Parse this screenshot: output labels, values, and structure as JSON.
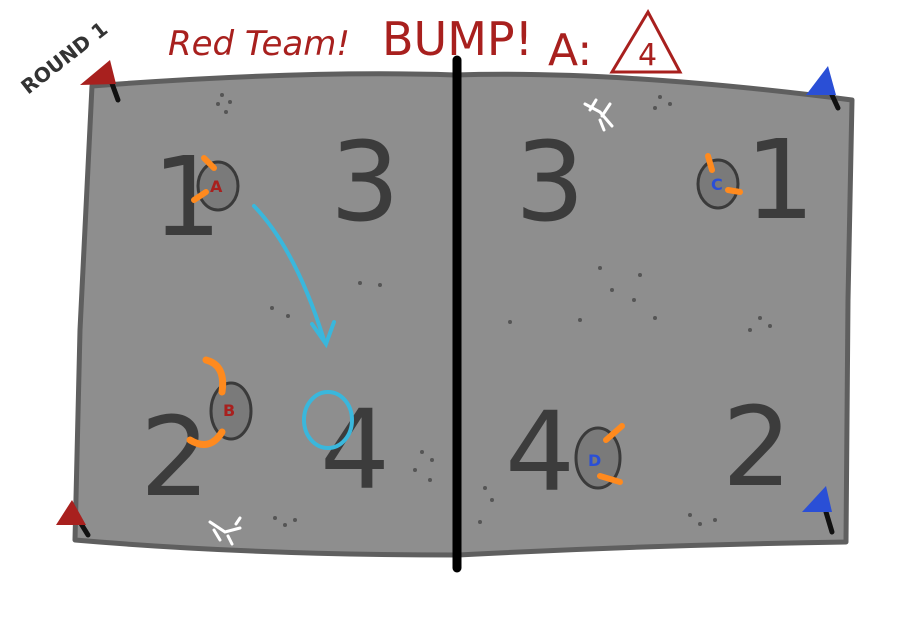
{
  "round_label": "ROUND 1",
  "team_label": "Red Team!",
  "action_label": "BUMP!",
  "attack": {
    "prefix": "A:",
    "value": "4"
  },
  "colors": {
    "court": "#8e8e8e",
    "court_border": "#5f5f5f",
    "net": "#000000",
    "red_team": "#a8201e",
    "blue_team": "#2a4fd6",
    "limbs": "#ff8a1e",
    "arrow": "#3ab7dc"
  },
  "left_side": {
    "zones": [
      "1",
      "3",
      "2",
      "4"
    ],
    "players": [
      {
        "label": "A",
        "zone": "1"
      },
      {
        "label": "B",
        "zone": "2"
      }
    ]
  },
  "right_side": {
    "zones": [
      "3",
      "1",
      "4",
      "2"
    ],
    "players": [
      {
        "label": "C",
        "zone": "1"
      },
      {
        "label": "D",
        "zone": "4"
      }
    ]
  },
  "icons": [
    "flag-icon",
    "crab-icon",
    "ball-target-icon",
    "move-arrow-icon"
  ]
}
